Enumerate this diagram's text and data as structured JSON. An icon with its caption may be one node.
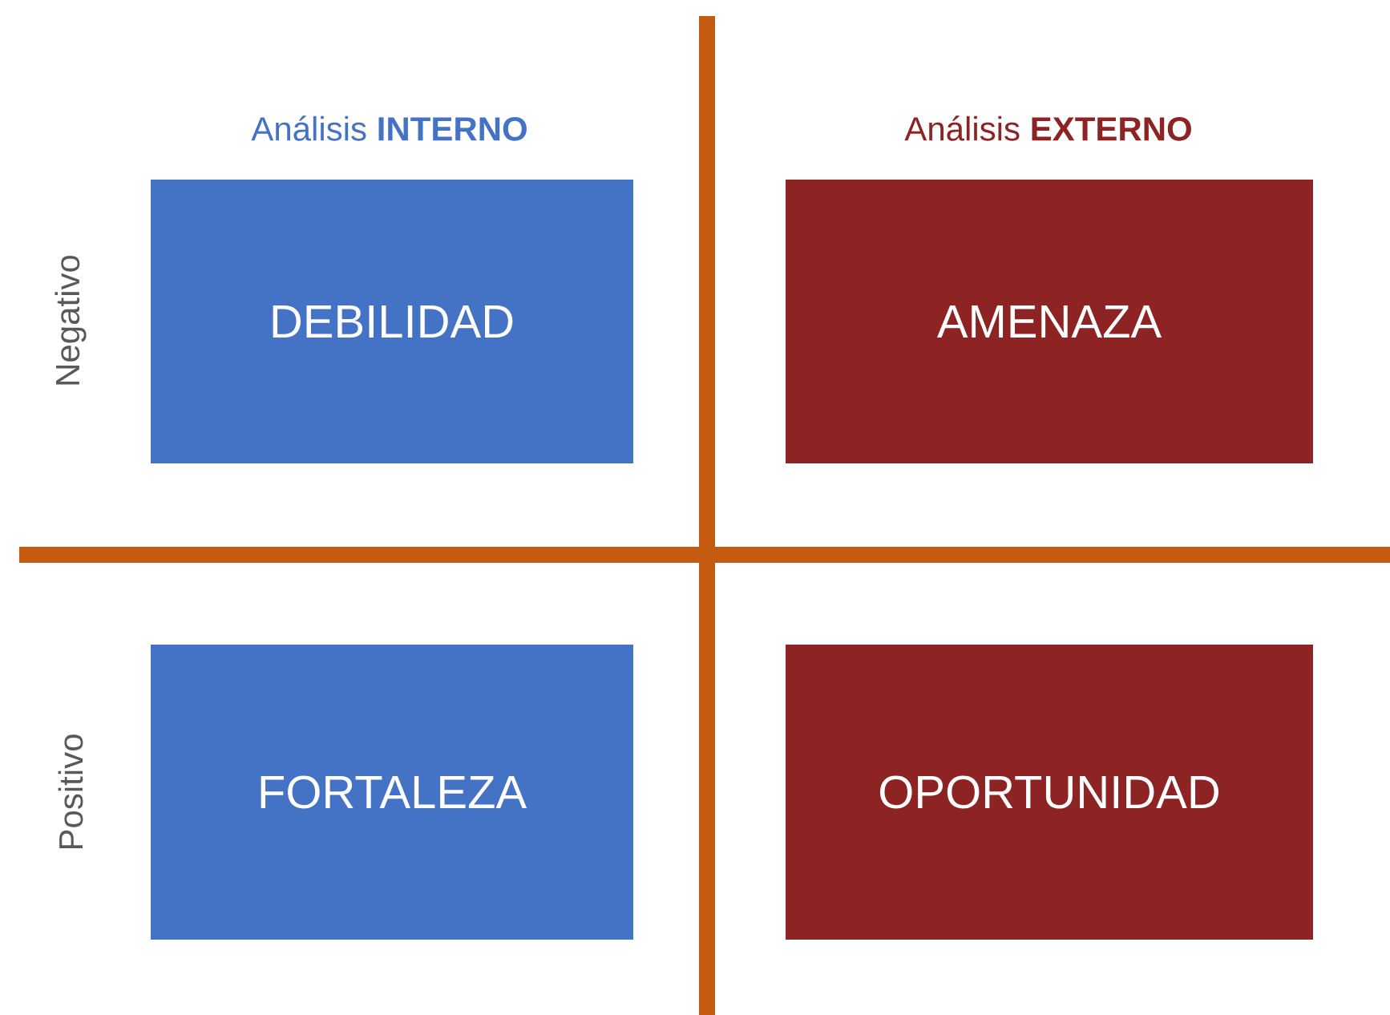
{
  "diagram": {
    "nodes": [
      {
        "text": [
          "DEBILIDAD"
        ]
      },
      {
        "text": [
          "AMENAZA"
        ]
      },
      {
        "text": [
          "FORTALEZA"
        ]
      },
      {
        "text": [
          "OPORTUNIDAD"
        ]
      }
    ],
    "labels": [
      "Análisis **INTERNO**",
      "Análisis **EXTERNO**",
      "Negativo",
      "Positivo"
    ]
  }
}
